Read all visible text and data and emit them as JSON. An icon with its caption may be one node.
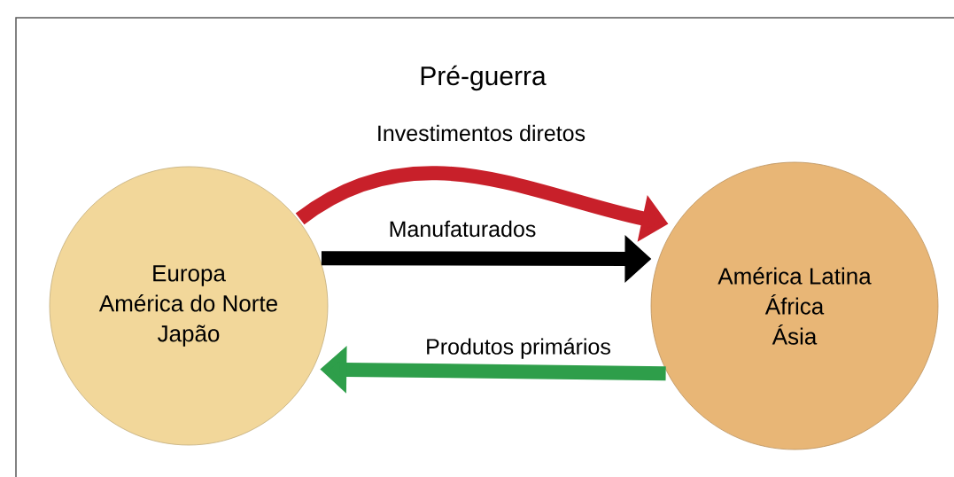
{
  "diagram": {
    "title": "Pré-guerra",
    "nodes": [
      {
        "text": [
          "Europa",
          "América do Norte",
          "Japão"
        ]
      },
      {
        "text": [
          "América Latina",
          "África",
          "Ásia"
        ]
      }
    ],
    "edges": [
      {
        "from": 0,
        "to": 1,
        "arrow": "to",
        "label": "Investimentos diretos",
        "color": "#c8202a"
      },
      {
        "from": 0,
        "to": 1,
        "arrow": "to",
        "label": "Manufaturados",
        "color": "#000000"
      },
      {
        "from": 1,
        "to": 0,
        "arrow": "to",
        "label": "Produtos primários",
        "color": "#2e9e4a"
      }
    ]
  }
}
